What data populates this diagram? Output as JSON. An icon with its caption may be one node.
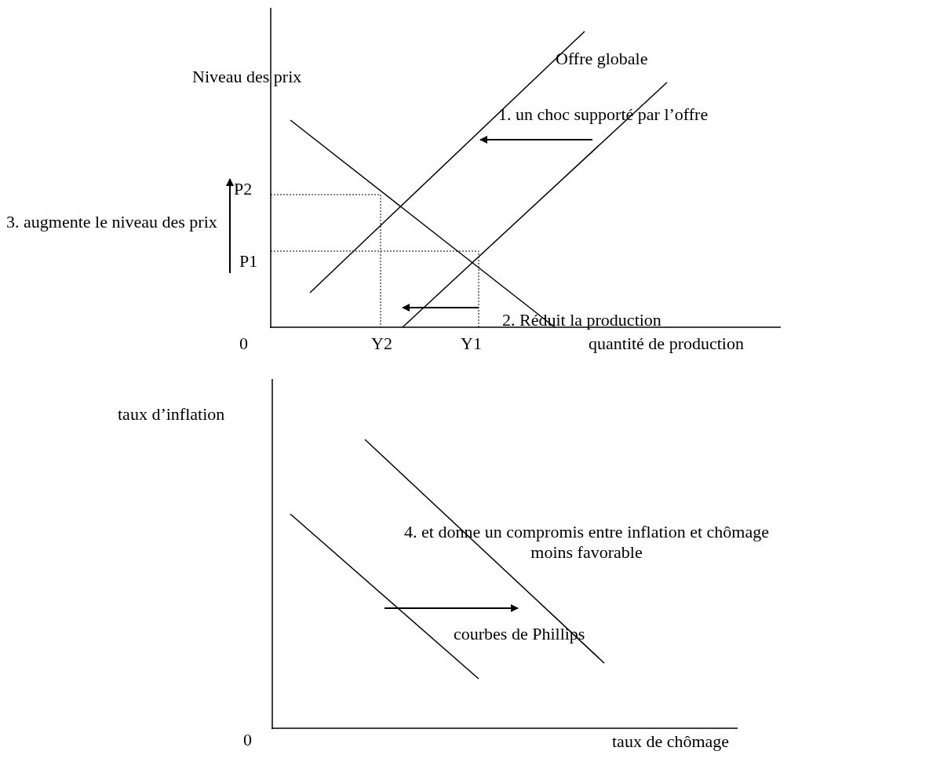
{
  "diagram": {
    "labels": [
      "Niveau des prix",
      "Offre globale",
      "1. un choc supporté par l’offre",
      "P2",
      "3. augmente le niveau des prix",
      "P1",
      "2. Réduit la production",
      "0",
      "Y2",
      "Y1",
      "quantité de production",
      "taux d’inflation",
      "4. et donne un compromis entre inflation et chômage moins favorable",
      "courbes de Phillips",
      "0",
      "taux de chômage"
    ]
  }
}
